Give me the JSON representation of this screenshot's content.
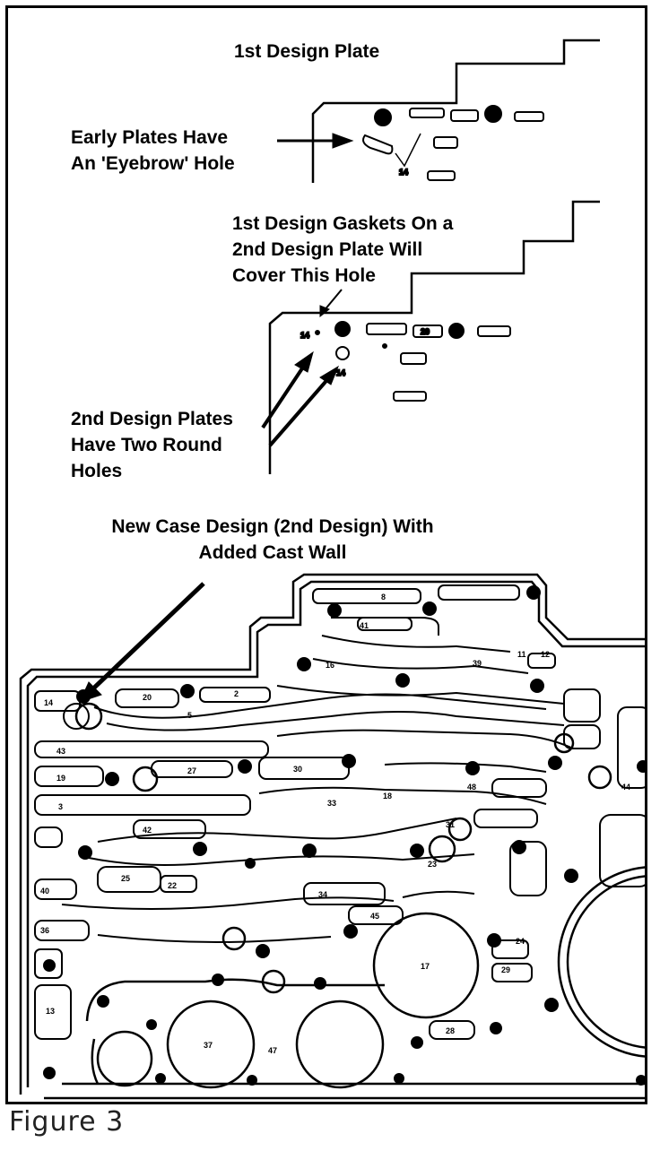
{
  "diagram": {
    "plate1_title": "1st Design Plate",
    "callouts": {
      "eyebrow": "Early Plates Have\nAn 'Eyebrow' Hole",
      "gasket": "1st Design Gaskets On a\n2nd Design Plate Will\nCover This Hole",
      "round_holes": "2nd Design Plates\nHave Two Round\nHoles",
      "case_design": "New Case Design (2nd Design) With\nAdded Cast Wall"
    },
    "figure_caption": "Figure 3",
    "plate_labels": {
      "p1_eyebrow_num": "14",
      "p2_left_num": "14",
      "p2_round_num": "14",
      "p2_slot_20": "20"
    },
    "case_labels": [
      "14",
      "20",
      "2",
      "5",
      "43",
      "19",
      "27",
      "30",
      "3",
      "42",
      "33",
      "18",
      "22",
      "31",
      "25",
      "23",
      "40",
      "34",
      "45",
      "36",
      "17",
      "13",
      "37",
      "47",
      "28",
      "29",
      "24",
      "41",
      "39",
      "16",
      "48",
      "44",
      "8",
      "11",
      "12"
    ]
  }
}
